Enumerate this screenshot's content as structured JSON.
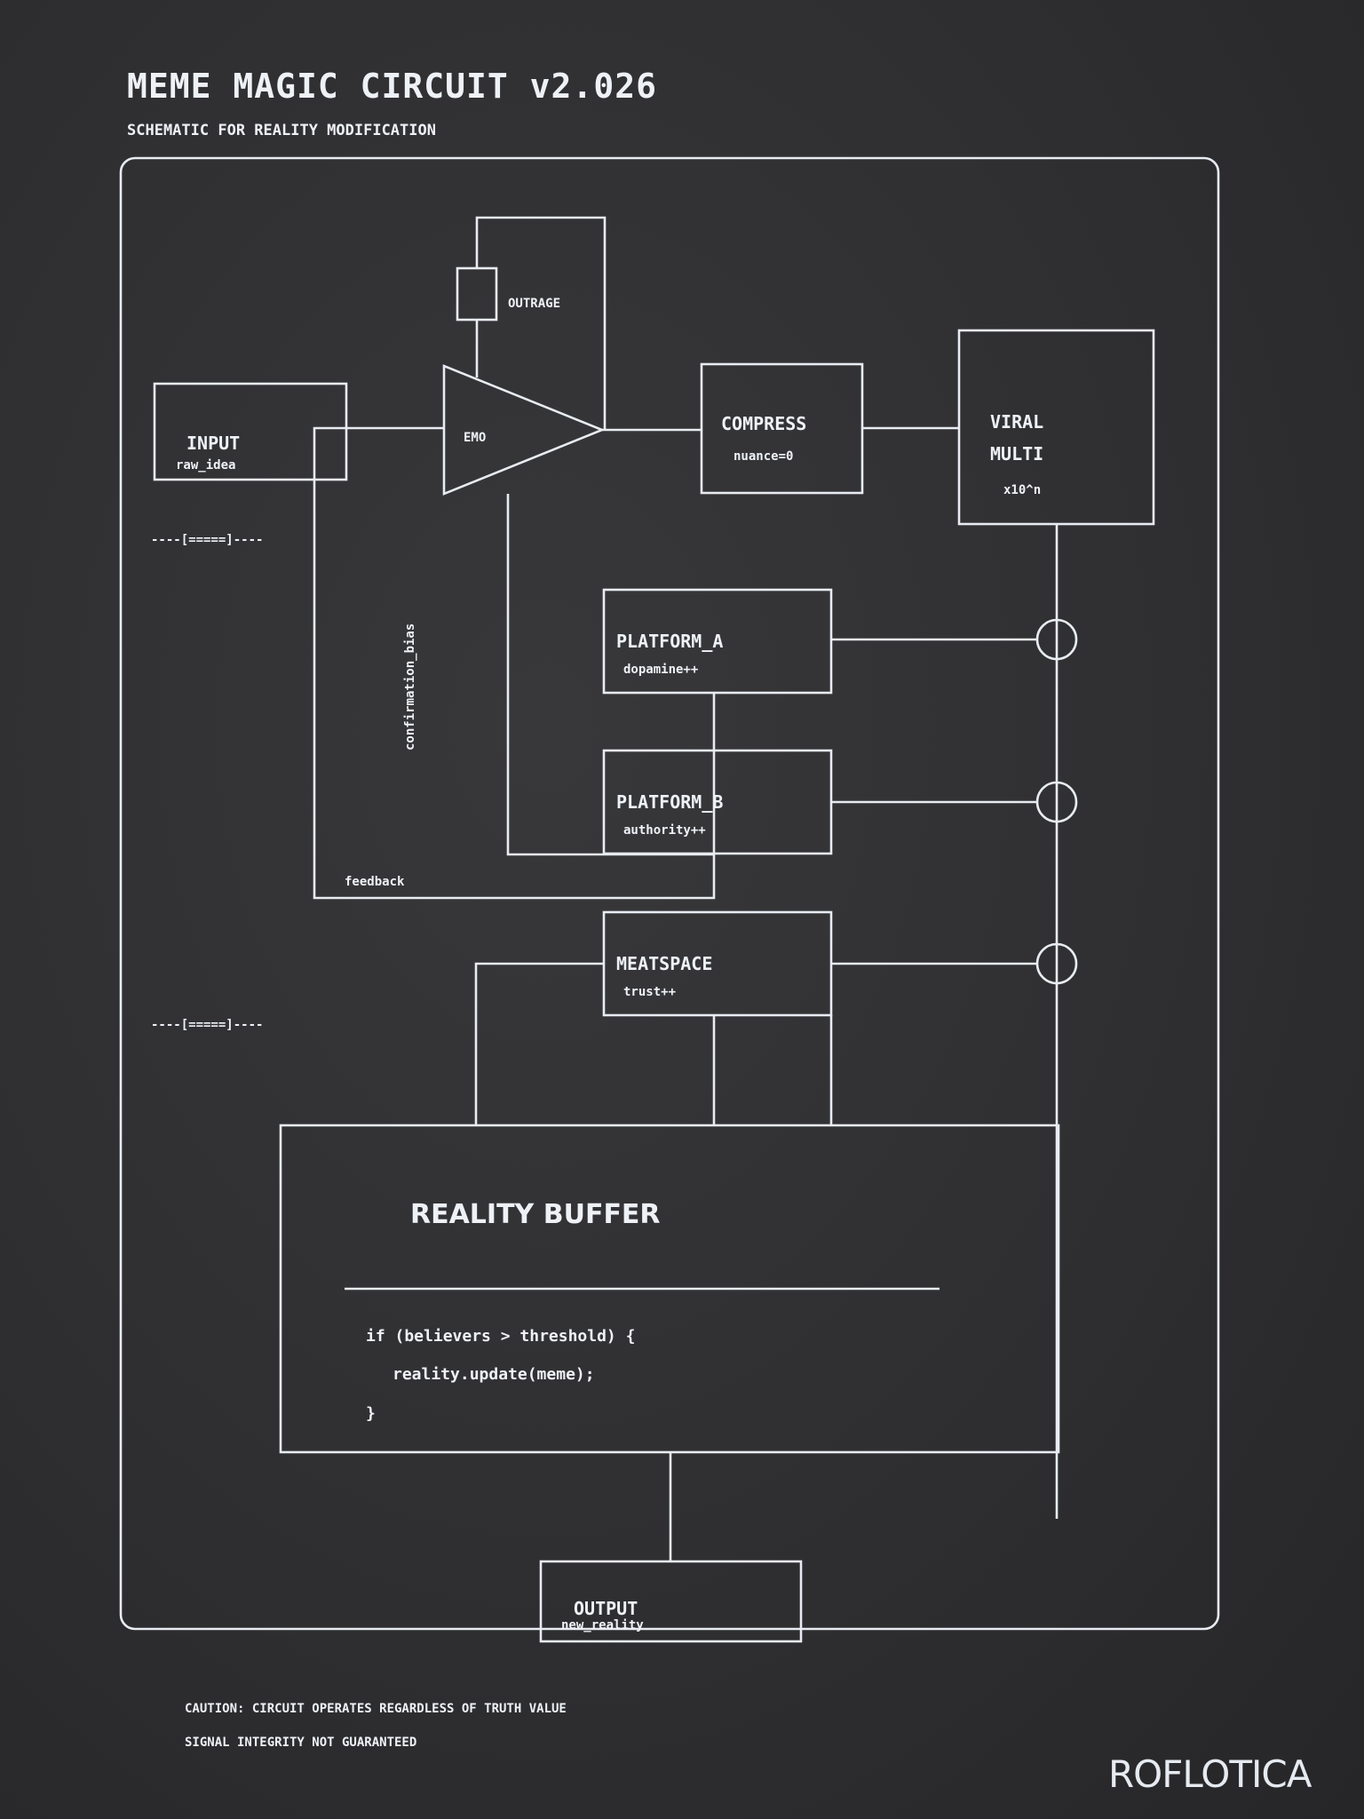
{
  "header": {
    "title": "MEME MAGIC CIRCUIT v2.026",
    "subtitle": "SCHEMATIC FOR REALITY MODIFICATION"
  },
  "components": {
    "input": {
      "label": "INPUT",
      "sub": "raw_idea"
    },
    "outrage": {
      "label": "OUTRAGE"
    },
    "emo": {
      "label": "EMO"
    },
    "compress": {
      "label": "COMPRESS",
      "sub": "nuance=0"
    },
    "viral": {
      "label1": "VIRAL",
      "label2": "MULTI",
      "sub": "x10^n"
    },
    "platform_a": {
      "label": "PLATFORM_A",
      "sub": "dopamine++"
    },
    "platform_b": {
      "label": "PLATFORM_B",
      "sub": "authority++"
    },
    "meatspace": {
      "label": "MEATSPACE",
      "sub": "trust++"
    },
    "confirmation": {
      "label": "confirmation_bias"
    },
    "feedback": {
      "label": "feedback"
    },
    "resistor_top": {
      "label": "----[=====]----"
    },
    "resistor_bottom": {
      "label": "----[=====]----"
    },
    "reality_buffer": {
      "title": "REALITY BUFFER",
      "code": [
        "if (believers > threshold) {",
        "  reality.update(meme);",
        "}"
      ]
    },
    "output": {
      "label": "OUTPUT",
      "sub": "new_reality"
    }
  },
  "footer": {
    "caution1": "CAUTION: CIRCUIT OPERATES REGARDLESS OF TRUTH VALUE",
    "caution2": "SIGNAL INTEGRITY NOT GUARANTEED",
    "brand": "ROFLOTICA"
  },
  "colors": {
    "background": "#2e2e2f",
    "ink": "#e8ecf2"
  }
}
